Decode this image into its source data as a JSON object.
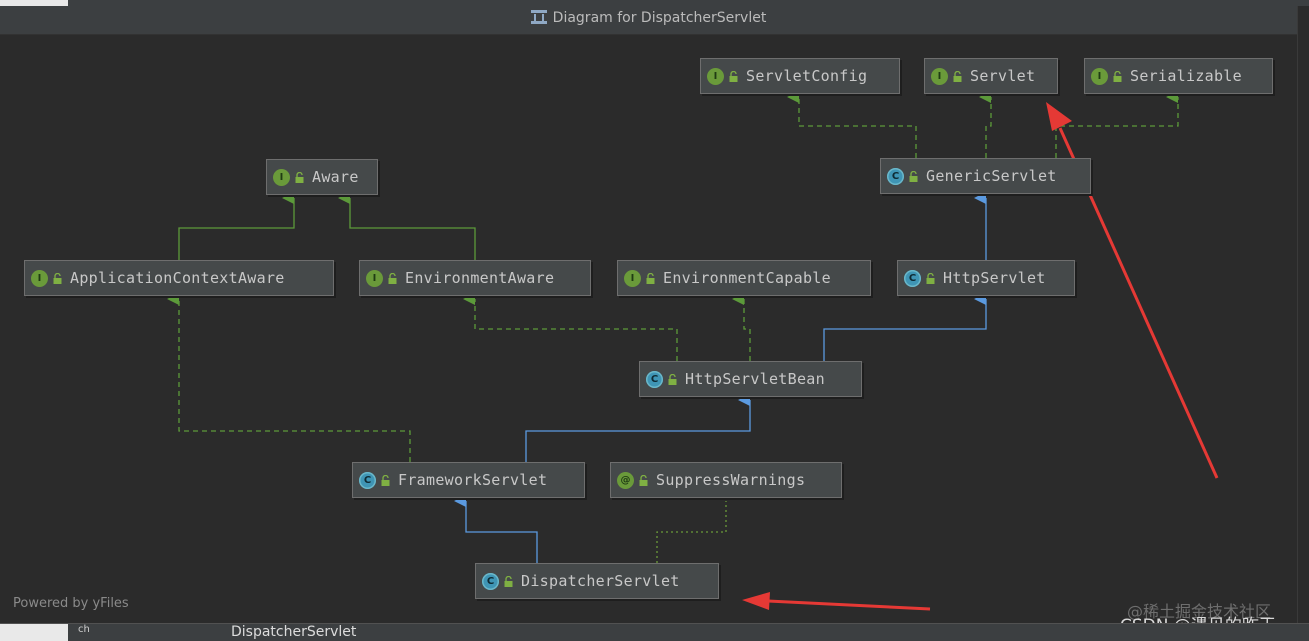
{
  "window": {
    "title": "Diagram for DispatcherServlet",
    "title_icon": "diagram-icon"
  },
  "nodes": [
    {
      "id": "servlet-config",
      "label": "ServletConfig",
      "kind": "interface"
    },
    {
      "id": "servlet",
      "label": "Servlet",
      "kind": "interface"
    },
    {
      "id": "serializable",
      "label": "Serializable",
      "kind": "interface"
    },
    {
      "id": "aware",
      "label": "Aware",
      "kind": "interface"
    },
    {
      "id": "generic-servlet",
      "label": "GenericServlet",
      "kind": "abstract-class"
    },
    {
      "id": "application-context-aware",
      "label": "ApplicationContextAware",
      "kind": "interface"
    },
    {
      "id": "environment-aware",
      "label": "EnvironmentAware",
      "kind": "interface"
    },
    {
      "id": "environment-capable",
      "label": "EnvironmentCapable",
      "kind": "interface"
    },
    {
      "id": "http-servlet",
      "label": "HttpServlet",
      "kind": "abstract-class"
    },
    {
      "id": "http-servlet-bean",
      "label": "HttpServletBean",
      "kind": "abstract-class"
    },
    {
      "id": "framework-servlet",
      "label": "FrameworkServlet",
      "kind": "abstract-class"
    },
    {
      "id": "suppress-warnings",
      "label": "SuppressWarnings",
      "kind": "annotation"
    },
    {
      "id": "dispatcher-servlet",
      "label": "DispatcherServlet",
      "kind": "class"
    }
  ],
  "badges": {
    "interface": "I",
    "abstract-class": "C",
    "class": "C",
    "annotation": "@"
  },
  "colors": {
    "implements_edge": "#5c9a3a",
    "extends_edge": "#5b9ae0",
    "annotation_edge": "#6a9a3a",
    "annotation_arrow": "#e53935"
  },
  "footer": {
    "powered_by": "Powered by yFiles",
    "tab_label": "DispatcherServlet",
    "side_label": "ch"
  },
  "watermark": {
    "line1": "@稀土掘金技术社区",
    "line2": "CSDN @遇见的昨天"
  }
}
